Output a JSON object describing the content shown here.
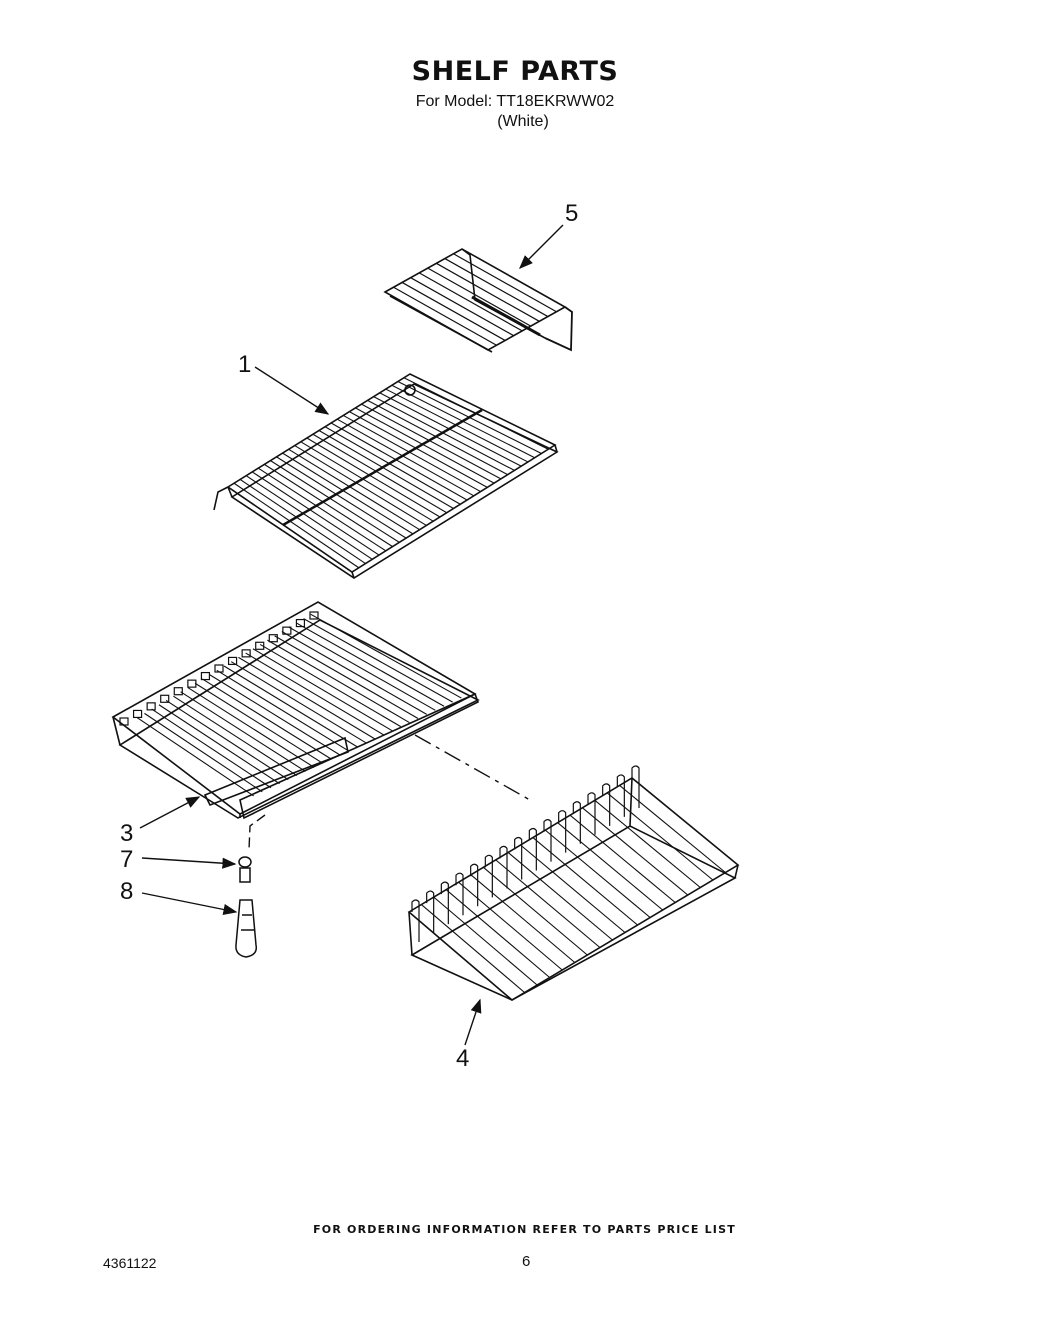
{
  "title": "SHELF PARTS",
  "model_line": "For Model: TT18EKRWW02",
  "variant": "(White)",
  "callouts": [
    {
      "id": "5",
      "part": "shelf-rack-small"
    },
    {
      "id": "1",
      "part": "wire-shelf"
    },
    {
      "id": "3",
      "part": "shelf-with-trim"
    },
    {
      "id": "7",
      "part": "connector"
    },
    {
      "id": "8",
      "part": "handle-knob"
    },
    {
      "id": "4",
      "part": "wire-basket"
    }
  ],
  "footer_note": "FOR ORDERING INFORMATION REFER TO PARTS PRICE LIST",
  "doc_number": "4361122",
  "page_number": "6"
}
